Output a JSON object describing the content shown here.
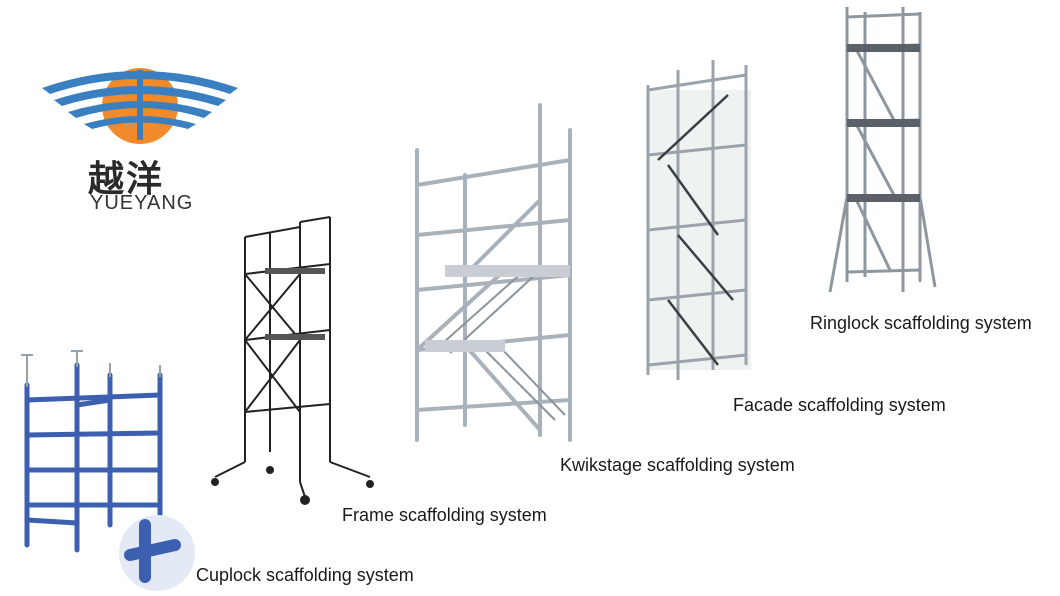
{
  "logo": {
    "name_cn": "越洋",
    "name_en": "YUEYANG",
    "colors": {
      "sun": "#f08a2a",
      "wings": "#3a7fc0"
    }
  },
  "products": [
    {
      "id": "cuplock",
      "caption": "Cuplock scaffolding system",
      "color": "#3d5fb0"
    },
    {
      "id": "frame",
      "caption": "Frame scaffolding system",
      "color": "#222222"
    },
    {
      "id": "kwikstage",
      "caption": "Kwikstage scaffolding system",
      "color": "#a9b2ba"
    },
    {
      "id": "facade",
      "caption": "Facade scaffolding system",
      "color": "#9aa3ab"
    },
    {
      "id": "ringlock",
      "caption": "Ringlock scaffolding system",
      "color": "#8e979f"
    }
  ]
}
